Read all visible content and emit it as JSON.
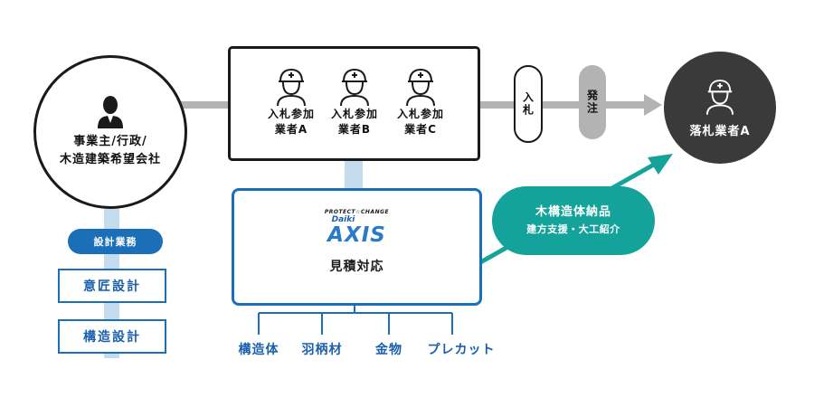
{
  "owner": {
    "line1": "事業主/行政/",
    "line2": "木造建築希望会社",
    "icon": "businessman-icon"
  },
  "bidders": [
    {
      "line1": "入札参加",
      "line2": "業者A",
      "icon": "worker-helmet-icon"
    },
    {
      "line1": "入札参加",
      "line2": "業者B",
      "icon": "worker-helmet-icon"
    },
    {
      "line1": "入札参加",
      "line2": "業者C",
      "icon": "worker-helmet-icon"
    }
  ],
  "steps": {
    "bid": "入札",
    "order": "発注"
  },
  "winner": {
    "label": "落札業者A",
    "icon": "worker-helmet-icon"
  },
  "axis": {
    "tagline": "PROTECT☆CHANGE",
    "brand_small": "Daiki",
    "brand_large": "AXIS",
    "service": "見積対応"
  },
  "delivery": {
    "line1": "木構造体納品",
    "line2": "建方支援・大工紹介"
  },
  "design": {
    "badge": "設計業務",
    "items": [
      "意匠設計",
      "構造設計"
    ]
  },
  "materials": [
    "構造体",
    "羽柄材",
    "金物",
    "プレカット"
  ],
  "colors": {
    "dark": "#1a1a1a",
    "gray": "#b3b3b3",
    "blue": "#1a6fb8",
    "light_blue": "#c5dcef",
    "teal": "#14a39a",
    "winner_bg": "#3a3a3a"
  }
}
